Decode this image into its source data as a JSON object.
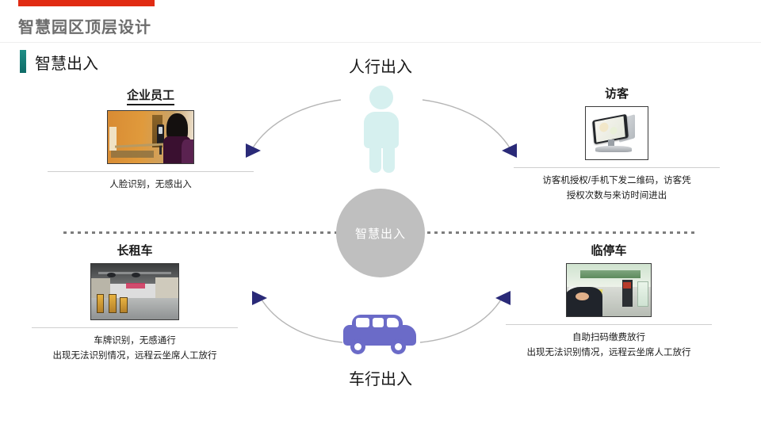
{
  "header": {
    "title": "智慧园区顶层设计",
    "accent_red": "#e12b13",
    "title_color": "#6d6d6d"
  },
  "section": {
    "label": "智慧出入",
    "accent_color": "#12817c"
  },
  "center": {
    "pedestrian_label": "人行出入",
    "vehicle_label": "车行出入",
    "hub_label": "智慧出入",
    "hub_color": "#bfbfbf",
    "pedestrian_icon": "pedestrian-icon",
    "vehicle_icon": "car-icon",
    "pedestrian_icon_color": "#d6f0ef",
    "vehicle_icon_color": "#6b6bc8"
  },
  "arrows": {
    "color": "#2a2a78",
    "top_left": {
      "name": "arrow-employee-to-center",
      "direction": "right"
    },
    "top_right": {
      "name": "arrow-visitor-to-center",
      "direction": "left"
    },
    "bottom_left": {
      "name": "arrow-longterm-to-center",
      "direction": "right"
    },
    "bottom_right": {
      "name": "arrow-temp-to-center",
      "direction": "left"
    }
  },
  "cards": [
    {
      "id": "employee",
      "title": "企业员工",
      "underlined": true,
      "image": "face-recognition-gate-photo",
      "desc": [
        "人脸识别，无感出入"
      ]
    },
    {
      "id": "visitor",
      "title": "访客",
      "underlined": false,
      "image": "visitor-kiosk-photo",
      "desc": [
        "访客机授权/手机下发二维码，访客凭",
        "授权次数与来访时间进出"
      ]
    },
    {
      "id": "longterm",
      "title": "长租车",
      "underlined": false,
      "image": "parking-garage-gate-photo",
      "desc": [
        "车牌识别，无感通行",
        "出现无法识别情况，远程云坐席人工放行"
      ]
    },
    {
      "id": "temp",
      "title": "临停车",
      "underlined": false,
      "image": "roadside-parking-gate-photo",
      "desc": [
        "自助扫码缴费放行",
        "出现无法识别情况，远程云坐席人工放行"
      ]
    }
  ]
}
